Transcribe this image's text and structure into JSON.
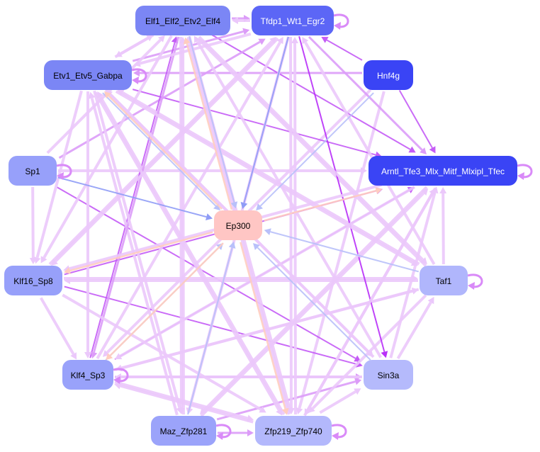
{
  "nodes": [
    {
      "id": "elf",
      "label": "Elf1_Elf2_Etv2_Elf4",
      "color": "#7b86f5",
      "text": "#000000"
    },
    {
      "id": "tfdp",
      "label": "Tfdp1_Wt1_Egr2",
      "color": "#5c66f6",
      "text": "#ffffff"
    },
    {
      "id": "etv",
      "label": "Etv1_Etv5_Gabpa",
      "color": "#7b86f5",
      "text": "#000000"
    },
    {
      "id": "hnf",
      "label": "Hnf4g",
      "color": "#3a44f5",
      "text": "#ffffff"
    },
    {
      "id": "sp1",
      "label": "Sp1",
      "color": "#97a0fa",
      "text": "#000000"
    },
    {
      "id": "arntl",
      "label": "Arntl_Tfe3_Mlx_Mitf_Mlxipl_Tfec",
      "color": "#3a44f5",
      "text": "#ffffff"
    },
    {
      "id": "ep300",
      "label": "Ep300",
      "color": "#ffc6c4",
      "text": "#000000"
    },
    {
      "id": "klf16",
      "label": "Klf16_Sp8",
      "color": "#97a0fa",
      "text": "#000000"
    },
    {
      "id": "taf1",
      "label": "Taf1",
      "color": "#b0b6fc",
      "text": "#000000"
    },
    {
      "id": "klf4",
      "label": "Klf4_Sp3",
      "color": "#99a2fa",
      "text": "#000000"
    },
    {
      "id": "sin3a",
      "label": "Sin3a",
      "color": "#b5bafc",
      "text": "#000000"
    },
    {
      "id": "maz",
      "label": "Maz_Zfp281",
      "color": "#9ba3fa",
      "text": "#000000"
    },
    {
      "id": "zfp",
      "label": "Zfp219_Zfp740",
      "color": "#b3b8fc",
      "text": "#000000"
    }
  ],
  "edge_colors": {
    "light": "#ebc8fb",
    "medium": "#dc9cf8",
    "dark": "#c45cf6",
    "vivid": "#b830f8",
    "blue": "#8f9cf6",
    "lightblue": "#b8c0fa",
    "peach": "#ffcdbf"
  },
  "self_loops": [
    "tfdp",
    "etv",
    "sp1",
    "arntl",
    "taf1",
    "maz",
    "zfp",
    "klf4"
  ],
  "edges": [
    [
      "elf",
      "tfdp",
      "medium"
    ],
    [
      "tfdp",
      "elf",
      "light"
    ],
    [
      "elf",
      "etv",
      "light"
    ],
    [
      "etv",
      "elf",
      "light"
    ],
    [
      "hnf",
      "tfdp",
      "dark"
    ],
    [
      "hnf",
      "etv",
      "medium"
    ],
    [
      "hnf",
      "arntl",
      "dark"
    ],
    [
      "hnf",
      "zfp",
      "light"
    ],
    [
      "hnf",
      "klf4",
      "light"
    ],
    [
      "elf",
      "arntl",
      "dark"
    ],
    [
      "tfdp",
      "arntl",
      "medium"
    ],
    [
      "etv",
      "arntl",
      "dark"
    ],
    [
      "etv",
      "tfdp",
      "medium"
    ],
    [
      "sp1",
      "arntl",
      "light"
    ],
    [
      "sp1",
      "tfdp",
      "medium"
    ],
    [
      "sp1",
      "elf",
      "light"
    ],
    [
      "sp1",
      "klf16",
      "light"
    ],
    [
      "sp1",
      "sin3a",
      "dark"
    ],
    [
      "klf16",
      "taf1",
      "light"
    ],
    [
      "taf1",
      "klf16",
      "light"
    ],
    [
      "klf16",
      "arntl",
      "dark"
    ],
    [
      "klf16",
      "sin3a",
      "dark"
    ],
    [
      "klf16",
      "tfdp",
      "light"
    ],
    [
      "klf4",
      "sin3a",
      "medium"
    ],
    [
      "sin3a",
      "klf4",
      "light"
    ],
    [
      "klf4",
      "arntl",
      "dark"
    ],
    [
      "klf4",
      "taf1",
      "light"
    ],
    [
      "klf4",
      "elf",
      "dark"
    ],
    [
      "klf4",
      "tfdp",
      "light"
    ],
    [
      "maz",
      "zfp",
      "medium"
    ],
    [
      "maz",
      "sin3a",
      "medium"
    ],
    [
      "maz",
      "elf",
      "light"
    ],
    [
      "maz",
      "arntl",
      "light"
    ],
    [
      "maz",
      "etv",
      "light"
    ],
    [
      "zfp",
      "elf",
      "light"
    ],
    [
      "zfp",
      "tfdp",
      "light"
    ],
    [
      "zfp",
      "sin3a",
      "light"
    ],
    [
      "zfp",
      "etv",
      "light"
    ],
    [
      "zfp",
      "arntl",
      "light"
    ],
    [
      "zfp",
      "klf4",
      "light"
    ],
    [
      "klf4",
      "zfp",
      "light"
    ],
    [
      "taf1",
      "etv",
      "light"
    ],
    [
      "taf1",
      "elf",
      "light"
    ],
    [
      "taf1",
      "arntl",
      "light"
    ],
    [
      "taf1",
      "zfp",
      "light"
    ],
    [
      "taf1",
      "klf4",
      "light"
    ],
    [
      "taf1",
      "tfdp",
      "light"
    ],
    [
      "sin3a",
      "elf",
      "light"
    ],
    [
      "sin3a",
      "arntl",
      "light"
    ],
    [
      "sin3a",
      "taf1",
      "light"
    ],
    [
      "sin3a",
      "etv",
      "light"
    ],
    [
      "tfdp",
      "sin3a",
      "vivid"
    ],
    [
      "elf",
      "klf4",
      "medium"
    ],
    [
      "elf",
      "maz",
      "light"
    ],
    [
      "elf",
      "zfp",
      "light"
    ],
    [
      "elf",
      "taf1",
      "light"
    ],
    [
      "elf",
      "klf16",
      "light"
    ],
    [
      "tfdp",
      "klf16",
      "light"
    ],
    [
      "tfdp",
      "maz",
      "light"
    ],
    [
      "tfdp",
      "zfp",
      "light"
    ],
    [
      "tfdp",
      "etv",
      "light"
    ],
    [
      "etv",
      "klf4",
      "light"
    ],
    [
      "etv",
      "zfp",
      "light"
    ],
    [
      "etv",
      "sin3a",
      "light"
    ],
    [
      "etv",
      "taf1",
      "light"
    ],
    [
      "etv",
      "klf16",
      "light"
    ],
    [
      "etv",
      "maz",
      "light"
    ],
    [
      "arntl",
      "klf4",
      "light"
    ],
    [
      "arntl",
      "klf16",
      "light"
    ],
    [
      "arntl",
      "zfp",
      "light"
    ],
    [
      "arntl",
      "maz",
      "light"
    ],
    [
      "klf16",
      "klf4",
      "light"
    ],
    [
      "klf16",
      "zfp",
      "light"
    ],
    [
      "tfdp",
      "ep300",
      "blue"
    ],
    [
      "etv",
      "ep300",
      "lightblue"
    ],
    [
      "hnf",
      "ep300",
      "lightblue"
    ],
    [
      "sp1",
      "ep300",
      "blue"
    ],
    [
      "taf1",
      "ep300",
      "lightblue"
    ],
    [
      "sin3a",
      "ep300",
      "lightblue"
    ],
    [
      "maz",
      "ep300",
      "lightblue"
    ],
    [
      "klf4",
      "ep300",
      "lightblue"
    ],
    [
      "elf",
      "ep300",
      "lightblue"
    ],
    [
      "ep300",
      "klf16",
      "peach"
    ],
    [
      "ep300",
      "zfp",
      "peach"
    ],
    [
      "ep300",
      "klf4",
      "peach"
    ],
    [
      "ep300",
      "etv",
      "peach"
    ],
    [
      "ep300",
      "arntl",
      "peach"
    ],
    [
      "ep300",
      "elf",
      "peach"
    ]
  ]
}
